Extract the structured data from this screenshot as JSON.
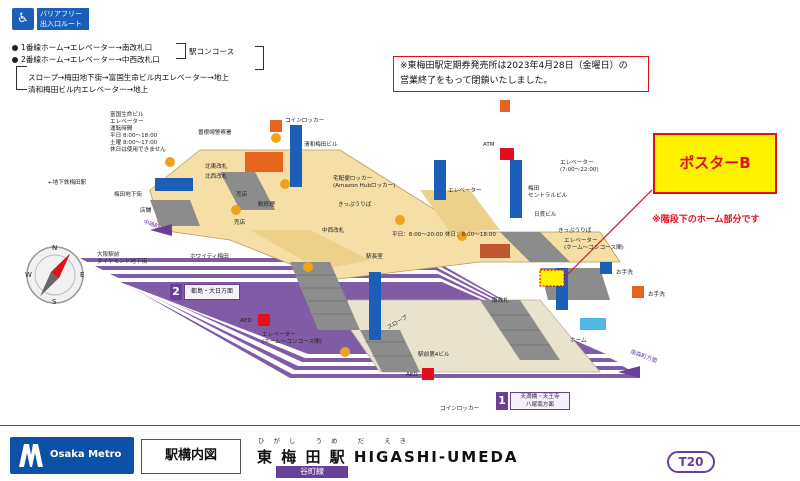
{
  "barrier_free": {
    "icon": "wheelchair-icon",
    "title": "バリアフリー\n出入口ルート",
    "routes": [
      "1番線ホーム→エレベーター→南改札口",
      "2番線ホーム→エレベーター→中西改札口"
    ],
    "concourse": "駅コンコース",
    "exit_routes": [
      "スロープ→梅田地下街→富国生命ビル内エレベーター→地上",
      "清和梅田ビル内エレベーター→地上"
    ]
  },
  "notice": {
    "line1": "※東梅田駅定期券発売所は2023年4月28日（金曜日）の",
    "line2": "営業終了をもって閉鎖いたしました。"
  },
  "poster": {
    "label": "ポスターB",
    "note": "※階段下のホーム部分です"
  },
  "map_labels": {
    "fukoku_elev": "富国生命ビル\nエレベーター\n運転時間\n平日 8:00〜18:00\n土曜 8:00〜17:00\n休日は使用できません",
    "sonezaki_police": "曽根崎警察署",
    "coin_locker_top": "コインロッカー",
    "seiwa_bldg": "清和梅田ビル",
    "chika_umeda": "←地下鉄梅田駅",
    "umeda_chikagai": "梅田地下街",
    "shop_store": "店舗",
    "kita_kaisatsu": "北東改札",
    "kita_nishi": "北西改札",
    "atm": "ATM",
    "elevator_right": "エレベーター",
    "elevator_hours": "エレベーター\n(7:00〜22:00)",
    "umeda_central": "梅田\nセントラルビル",
    "hibiya_bldg": "日貫ビル",
    "kippuuriba_r": "きっぷうりば",
    "takuhai": "宅配便ロッカー\n(Amazon Hubロッカー)",
    "kippuuriba_c": "きっぷうりば",
    "nakanishi": "中西改札",
    "kutsu": "靴修理",
    "baiten1": "売店",
    "baiten2": "売店",
    "hours_note": "平日：8:00〜20:00 休日：8:00〜18:00",
    "ekicho": "駅長室",
    "minami_kaisatsu": "南改札",
    "elevator_home": "エレベーター\n(ホーム〜コンコース間)",
    "elevator_home_r": "エレベーター\n(ホーム〜コンコース間)",
    "home": "ホーム",
    "otearai1": "お手洗",
    "otearai2": "お手洗",
    "aed1": "AED",
    "aed2": "AED",
    "ekimae4": "駅前第4ビル",
    "coin_locker_bottom": "コインロッカー",
    "slope": "スロープ",
    "nakazaki": "中崎町方面",
    "osaka_ekimae": "大阪駅前\nダイヤモンド地下街",
    "whity": "ホワイティ梅田",
    "minami_morimachi": "南森町方面",
    "track1_dir": "天満橋・天王寺\n八尾南方面",
    "track2_dir": "都島・大日方面"
  },
  "tracks": {
    "track1_num": "1",
    "track2_num": "2"
  },
  "compass": {
    "n": "N",
    "s": "S",
    "e": "E",
    "w": "W"
  },
  "footer": {
    "brand": "Osaka Metro",
    "map_title": "駅構内図",
    "ruby": "ひがし うめ だ えき",
    "station_name": "東 梅 田 駅  HIGASHI-UMEDA",
    "line_name": "谷町線",
    "station_code": "T20"
  },
  "colors": {
    "tanimachi_purple": "#6a3f98",
    "concourse_beige": "#f5dfa6",
    "stair_gray": "#8c8c8c",
    "elevator_blue": "#1b5fb8",
    "notice_red": "#e3101c",
    "poster_yellow": "#fff200"
  }
}
